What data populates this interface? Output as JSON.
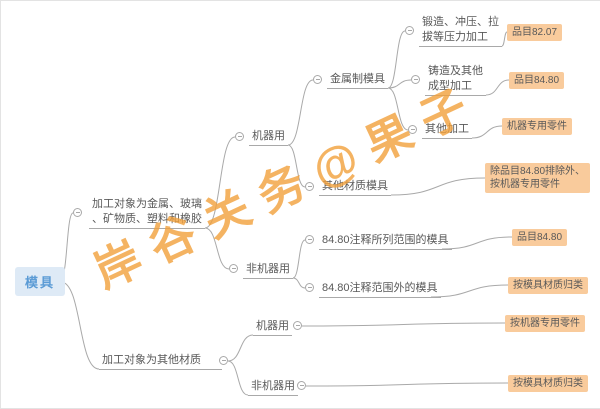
{
  "watermark": "岸谷关务@果子",
  "colors": {
    "accent_blue": "#5B9BD5",
    "root_bg": "#DEEAF6",
    "leaf_bg": "#F9CB9C",
    "line": "#A9A9A9",
    "text": "#595959",
    "watermark": "#F2A13C"
  },
  "mindmap": {
    "root": {
      "label": "模具"
    },
    "branch1": {
      "label": "加工对象为金属、玻璃\n、矿物质、塑料和橡胶",
      "machine": {
        "label": "机器用",
        "metal_mold": {
          "label": "金属制模具",
          "forging": {
            "label": "锻造、冲压、拉\n拔等压力加工",
            "result": "品目82.07"
          },
          "casting": {
            "label": "铸造及其他\n成型加工",
            "result": "品目84.80"
          },
          "other": {
            "label": "其他加工",
            "result": "机器专用零件"
          }
        },
        "other_material_mold": {
          "label": "其他材质模具",
          "result": "除品目84.80排除外、\n按机器专用零件"
        }
      },
      "non_machine": {
        "label": "非机器用",
        "in_scope": {
          "label": "84.80注释所列范围的模具",
          "result": "品目84.80"
        },
        "out_scope": {
          "label": "84.80注释范围外的模具",
          "result": "按模具材质归类"
        }
      }
    },
    "branch2": {
      "label": "加工对象为其他材质",
      "machine": {
        "label": "机器用",
        "result": "按机器专用零件"
      },
      "non_machine": {
        "label": "非机器用",
        "result": "按模具材质归类"
      }
    }
  }
}
